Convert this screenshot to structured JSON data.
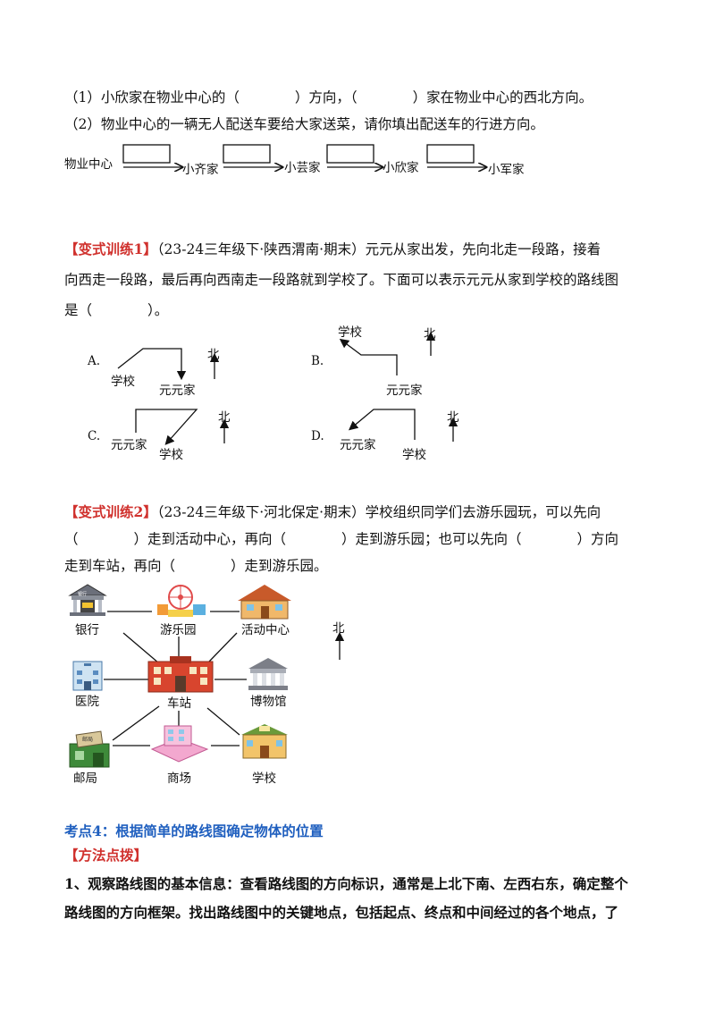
{
  "part1": {
    "q1": "（1）小欣家在物业中心的（　　　　）方向，（　　　　）家在物业中心的西北方向。",
    "q2": "（2）物业中心的一辆无人配送车要给大家送菜，请你填出配送车的行进方向。",
    "route_labels": [
      "物业中心",
      "小齐家",
      "小芸家",
      "小欣家",
      "小军家"
    ]
  },
  "ex1": {
    "tag": "【变式训练1】",
    "line1": "（23-24三年级下·陕西渭南·期末）元元从家出发，先向北走一段路，接着",
    "line2": "向西走一段路，最后再向西南走一段路就到学校了。下面可以表示元元从家到学校的路线图",
    "line3": "是（　　　　）。",
    "options": [
      "A.",
      "B.",
      "C.",
      "D."
    ],
    "school": "学校",
    "home": "元元家",
    "north": "北"
  },
  "ex2": {
    "tag": "【变式训练2】",
    "line1": "（23-24三年级下·河北保定·期末）学校组织同学们去游乐园玩，可以先向",
    "line2": "（　　　　）走到活动中心，再向（　　　　）走到游乐园；也可以先向（　　　　）方向",
    "line3": "走到车站，再向（　　　　）走到游乐园。",
    "places": [
      "银行",
      "游乐园",
      "活动中心",
      "医院",
      "车站",
      "博物馆",
      "邮局",
      "商场",
      "学校"
    ],
    "north": "北",
    "bank_sign": "银行",
    "post_sign": "邮局"
  },
  "kaodian": {
    "title": "考点4：根据简单的路线图确定物体的位置",
    "method": "【方法点拨】",
    "line1": "1、观察路线图的基本信息：查看路线图的方向标识，通常是上北下南、左西右东，确定整个",
    "line2": "路线图的方向框架。找出路线图中的关键地点，包括起点、终点和中间经过的各个地点，了"
  }
}
